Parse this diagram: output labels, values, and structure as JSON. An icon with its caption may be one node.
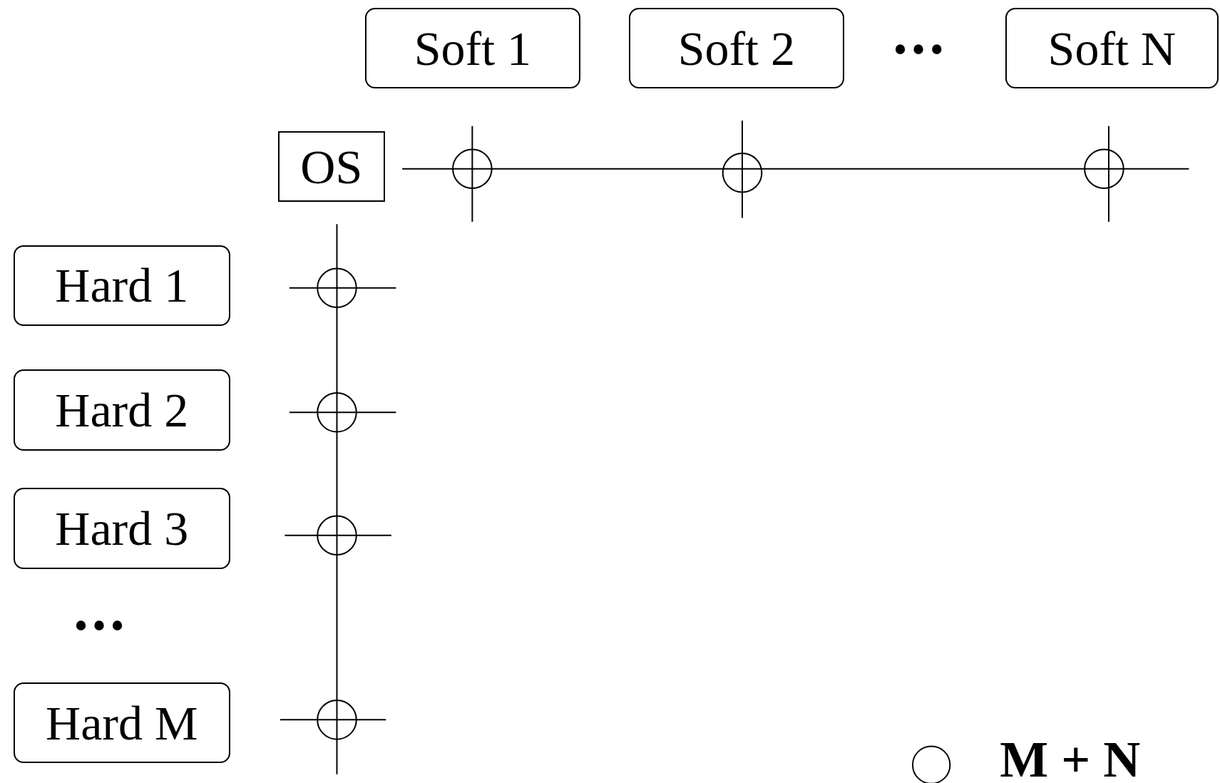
{
  "diagram": {
    "nodes": [
      {
        "text": [
          "Soft 1"
        ]
      },
      {
        "text": [
          "Soft 2"
        ]
      },
      {
        "text": [
          "Soft N"
        ]
      },
      {
        "text": [
          "OS"
        ]
      },
      {
        "text": [
          "Hard 1"
        ]
      },
      {
        "text": [
          "Hard 2"
        ]
      },
      {
        "text": [
          "Hard 3"
        ]
      },
      {
        "text": [
          "Hard M"
        ]
      }
    ],
    "edges": [],
    "labels": [
      "•••",
      "•••"
    ],
    "legend": [
      {
        "text": "M + N"
      }
    ]
  }
}
